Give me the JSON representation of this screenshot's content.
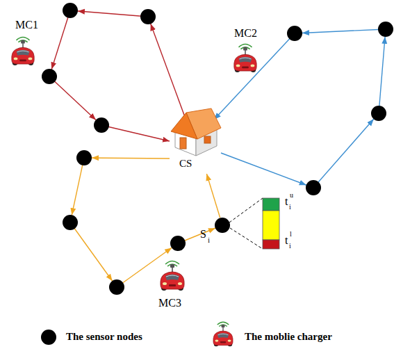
{
  "diagram": {
    "nodes": [
      {
        "text": [
          "CS"
        ]
      },
      {
        "text": [
          "S",
          "i"
        ]
      }
    ],
    "edges": [
      {
        "from": 1,
        "to": 0,
        "arrow": "to"
      }
    ],
    "labels": [
      "MC1",
      "MC2",
      "MC3",
      "t",
      "i",
      "u",
      "t",
      "i",
      "l"
    ],
    "legend": [
      {
        "text": "The sensor nodes"
      },
      {
        "text": "The moblie charger"
      }
    ]
  }
}
